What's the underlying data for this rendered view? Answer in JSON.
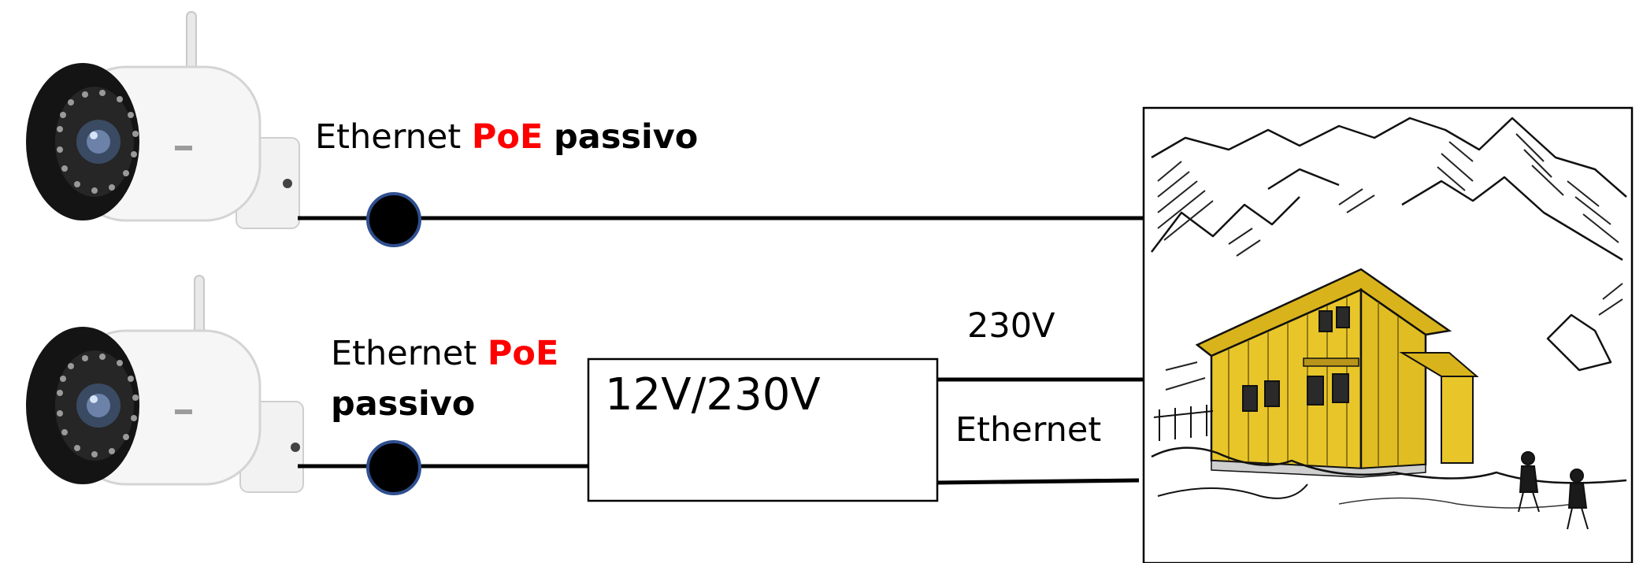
{
  "labels": {
    "cam1_line": {
      "prefix": "Ethernet",
      "highlight": "PoE",
      "suffix": "passivo"
    },
    "cam2_line": {
      "prefix": "Ethernet",
      "highlight": "PoE",
      "suffix": "passivo"
    },
    "converter_box": "12V/230V",
    "power_line": "230V",
    "ethernet_line": "Ethernet"
  },
  "colors": {
    "highlight": "#ff0000",
    "line": "#000000",
    "connector_fill": "#000000",
    "connector_stroke": "#2f4f8f",
    "hut_wall": "#e8c62a",
    "hut_roof": "#d9b31c"
  }
}
